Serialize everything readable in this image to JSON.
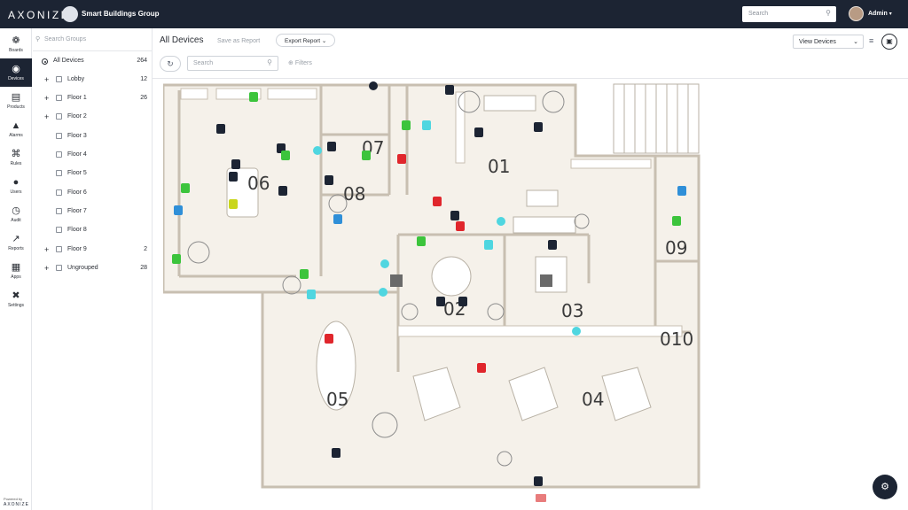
{
  "app": {
    "logo": "AXONIZE",
    "org_name": "Smart Buildings Group",
    "search_placeholder": "Search",
    "user_name": "Admin"
  },
  "nav": [
    {
      "label": "Boards",
      "icon": "palette-icon"
    },
    {
      "label": "Devices",
      "icon": "device-icon",
      "active": true
    },
    {
      "label": "Products",
      "icon": "document-icon"
    },
    {
      "label": "Alarms",
      "icon": "bell-icon"
    },
    {
      "label": "Rules",
      "icon": "command-icon"
    },
    {
      "label": "Users",
      "icon": "user-icon"
    },
    {
      "label": "Audit",
      "icon": "history-icon"
    },
    {
      "label": "Reports",
      "icon": "chart-icon"
    },
    {
      "label": "Apps",
      "icon": "grid-icon"
    },
    {
      "label": "Settings",
      "icon": "tools-icon"
    }
  ],
  "powered_by": "Powered by",
  "powered_brand": "AXONIZE",
  "groups": {
    "search_placeholder": "Search Groups",
    "items": [
      {
        "label": "All Devices",
        "count": "264"
      },
      {
        "label": "Lobby",
        "count": "12"
      },
      {
        "label": "Floor 1",
        "count": "26"
      },
      {
        "label": "Floor 2",
        "count": ""
      },
      {
        "label": "Floor 3",
        "count": ""
      },
      {
        "label": "Floor 4",
        "count": ""
      },
      {
        "label": "Floor 5",
        "count": ""
      },
      {
        "label": "Floor 6",
        "count": ""
      },
      {
        "label": "Floor 7",
        "count": ""
      },
      {
        "label": "Floor 8",
        "count": ""
      },
      {
        "label": "Floor 9",
        "count": "2"
      },
      {
        "label": "Ungrouped",
        "count": "28"
      }
    ]
  },
  "main": {
    "title": "All Devices",
    "save_report": "Save as Report",
    "export_report": "Export Report",
    "view_select": "View Devices",
    "search_placeholder": "Search",
    "filters": "Filters"
  },
  "rooms": [
    "01",
    "02",
    "03",
    "04",
    "05",
    "06",
    "07",
    "08",
    "09",
    "010"
  ],
  "colors": {
    "dark": "#1c2433",
    "green": "#3cc43c",
    "cyan": "#4fd6e0",
    "red": "#e0262c",
    "blue": "#2f8fd8",
    "yellow": "#c9d61d"
  }
}
